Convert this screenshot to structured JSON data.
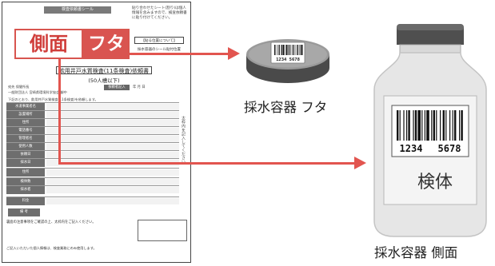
{
  "form": {
    "header_strip": "検査依頼書シール",
    "label_side": "側面",
    "label_lid": "フタ",
    "info_text": "貼り合わせたシート(割り)は個人情報を含みますので、検査依頼書に貼り付けてください。",
    "side_button_1": "【貼る位置について】",
    "side_button_2": "採水容器のシール貼付位置",
    "title": "飲用井戸水質検査(11条検査)依頼書",
    "subtitle": "(50人槽以下)",
    "meta_line_1": "宛先 保健所長",
    "meta_line_2": "一般財団法人 宮崎県環境科学協会 御中",
    "meta_line_3": "下記のとおり、飲用井戸水質検査(11条検査)を依頼します。",
    "meta_badge": "依頼者記入",
    "meta_date": "年 月 日",
    "row_labels": [
      "水道事業者名",
      "設置場所",
      "住所",
      "電話番号",
      "管理者名",
      "使用人数",
      "依頼日",
      "採水日",
      "住所",
      "検体数",
      "採水者",
      "料金"
    ],
    "vertical_note": "太枠内を記入してください",
    "bottom_label": "備 考",
    "bottom_text_1": "裏面の注意事項をご確認の上、太枠内をご記入ください。",
    "bottom_text_2": "ご記入いただいた個人情報は、検査業務にのみ使用します。"
  },
  "lid": {
    "caption": "採水容器 フタ",
    "barcode_digits": "1234 5678"
  },
  "bottle": {
    "label": "検体",
    "caption": "採水容器 側面",
    "barcode_left": "1234",
    "barcode_right": "5678"
  },
  "colors": {
    "accent": "#e2554f",
    "side_text": "#d03e3b",
    "lid_fill": "#d95450"
  }
}
